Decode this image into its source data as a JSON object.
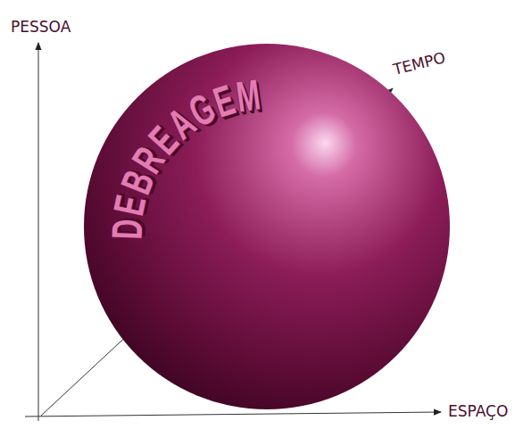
{
  "diagram": {
    "nodes": [
      {
        "text": [
          "DEBREAGEM"
        ]
      }
    ],
    "labels": [
      "PESSOA",
      "TEMPO",
      "ESPAÇO"
    ]
  }
}
